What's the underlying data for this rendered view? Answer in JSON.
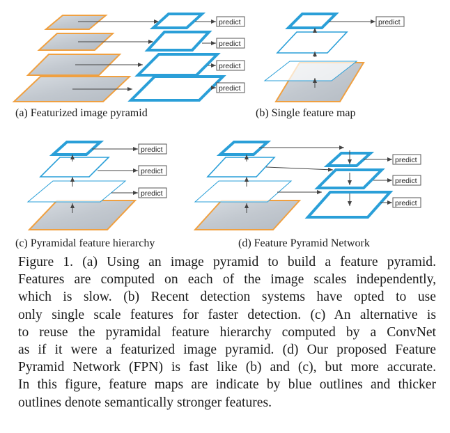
{
  "figure": {
    "predict_label": "predict",
    "colors": {
      "feature_blue": "#2a9fd8",
      "image_orange": "#f0a040",
      "arrow": "#444444"
    },
    "subfigures": {
      "a": "(a) Featurized image pyramid",
      "b": "(b) Single feature map",
      "c": "(c) Pyramidal feature hierarchy",
      "d": "(d) Feature Pyramid Network"
    }
  },
  "caption": {
    "lines": [
      "Figure 1. (a) Using an image pyramid to build a feature pyramid.",
      "Features are computed on each of the image scales independently,",
      "which is slow.  (b) Recent detection systems have opted to use",
      "only single scale features for faster detection. (c) An alternative is",
      "to reuse the pyramidal feature hierarchy computed by a ConvNet",
      "as if it were a featurized image pyramid. (d) Our proposed Feature",
      "Pyramid Network (FPN) is fast like (b) and (c), but more accurate.",
      "In this figure, feature maps are indicate by blue outlines and thicker",
      "outlines denote semantically stronger features."
    ]
  }
}
